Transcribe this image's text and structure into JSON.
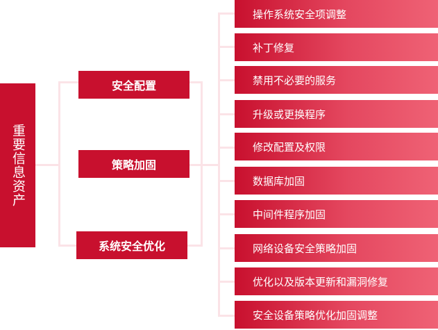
{
  "root": {
    "label": "重要信息资产"
  },
  "categories": [
    {
      "label": "安全配置"
    },
    {
      "label": "策略加固"
    },
    {
      "label": "系统安全优化"
    }
  ],
  "items": [
    {
      "label": "操作系统安全项调整"
    },
    {
      "label": "补丁修复"
    },
    {
      "label": "禁用不必要的服务"
    },
    {
      "label": "升级或更换程序"
    },
    {
      "label": "修改配置及权限"
    },
    {
      "label": "数据库加固"
    },
    {
      "label": "中间件程序加固"
    },
    {
      "label": "网络设备安全策略加固"
    },
    {
      "label": "优化以及版本更新和漏洞修复"
    },
    {
      "label": "安全设备策略优化加固调整"
    }
  ],
  "colors": {
    "primary": "#c8102e",
    "gradient_end": "#ef6275",
    "connector": "#fbe3e7"
  }
}
